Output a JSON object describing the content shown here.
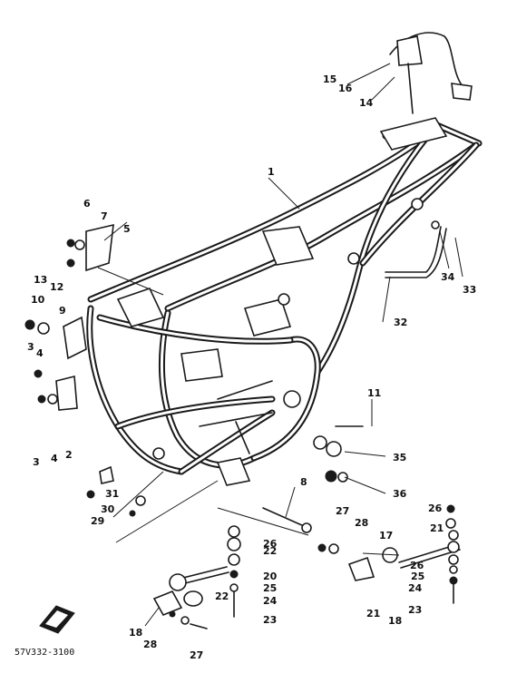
{
  "diagram": {
    "drawing_code": "57V332-3100",
    "callouts": [
      {
        "id": "c1",
        "text": "1"
      },
      {
        "id": "c2",
        "text": "2"
      },
      {
        "id": "c3a",
        "text": "3"
      },
      {
        "id": "c3b",
        "text": "3"
      },
      {
        "id": "c4a",
        "text": "4"
      },
      {
        "id": "c4b",
        "text": "4"
      },
      {
        "id": "c5",
        "text": "5"
      },
      {
        "id": "c6",
        "text": "6"
      },
      {
        "id": "c7",
        "text": "7"
      },
      {
        "id": "c8",
        "text": "8"
      },
      {
        "id": "c9",
        "text": "9"
      },
      {
        "id": "c10",
        "text": "10"
      },
      {
        "id": "c11",
        "text": "11"
      },
      {
        "id": "c12",
        "text": "12"
      },
      {
        "id": "c13",
        "text": "13"
      },
      {
        "id": "c14",
        "text": "14"
      },
      {
        "id": "c15",
        "text": "15"
      },
      {
        "id": "c16",
        "text": "16"
      },
      {
        "id": "c17",
        "text": "17"
      },
      {
        "id": "c18a",
        "text": "18"
      },
      {
        "id": "c18b",
        "text": "18"
      },
      {
        "id": "c20",
        "text": "20"
      },
      {
        "id": "c21a",
        "text": "21"
      },
      {
        "id": "c21b",
        "text": "21"
      },
      {
        "id": "c22a",
        "text": "22"
      },
      {
        "id": "c22b",
        "text": "22"
      },
      {
        "id": "c23a",
        "text": "23"
      },
      {
        "id": "c23b",
        "text": "23"
      },
      {
        "id": "c24a",
        "text": "24"
      },
      {
        "id": "c24b",
        "text": "24"
      },
      {
        "id": "c25a",
        "text": "25"
      },
      {
        "id": "c25b",
        "text": "25"
      },
      {
        "id": "c26a",
        "text": "26"
      },
      {
        "id": "c26b",
        "text": "26"
      },
      {
        "id": "c26c",
        "text": "26"
      },
      {
        "id": "c27a",
        "text": "27"
      },
      {
        "id": "c27b",
        "text": "27"
      },
      {
        "id": "c28a",
        "text": "28"
      },
      {
        "id": "c28b",
        "text": "28"
      },
      {
        "id": "c29",
        "text": "29"
      },
      {
        "id": "c30",
        "text": "30"
      },
      {
        "id": "c31",
        "text": "31"
      },
      {
        "id": "c32",
        "text": "32"
      },
      {
        "id": "c33",
        "text": "33"
      },
      {
        "id": "c34",
        "text": "34"
      },
      {
        "id": "c35",
        "text": "35"
      },
      {
        "id": "c36",
        "text": "36"
      }
    ]
  }
}
